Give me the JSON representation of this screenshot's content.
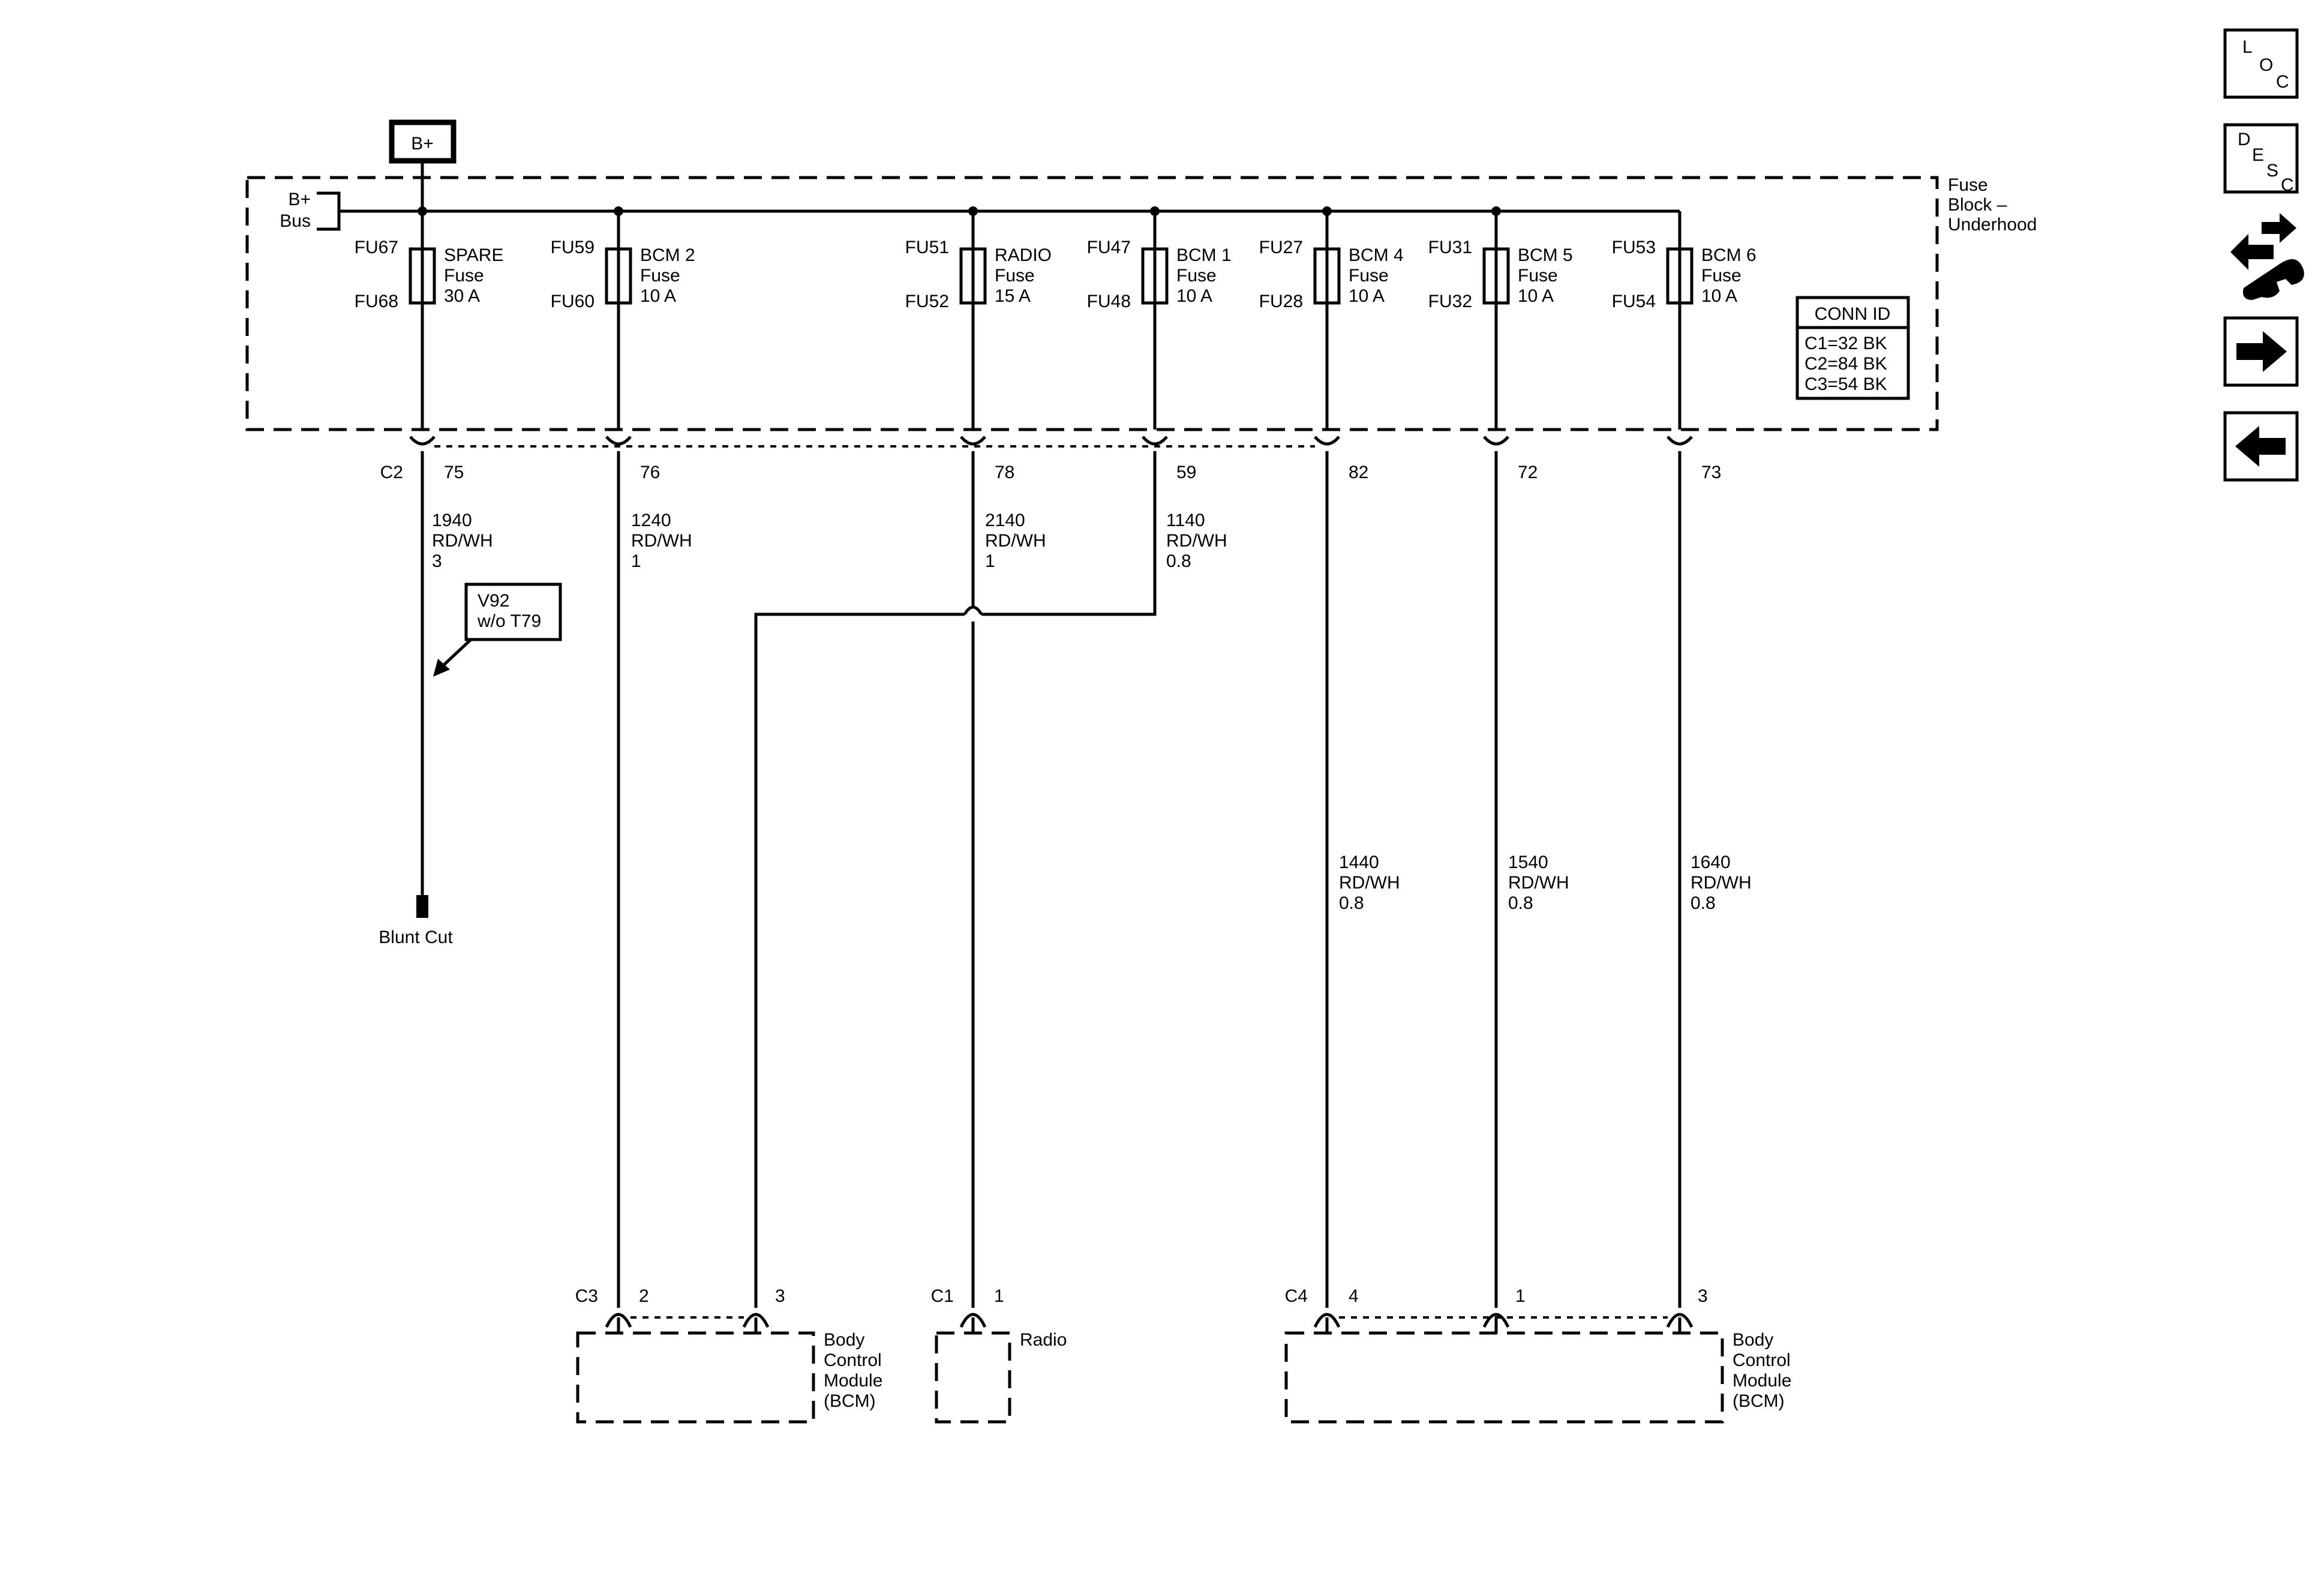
{
  "power": {
    "label": "B+"
  },
  "bus": {
    "line1": "B+",
    "line2": "Bus"
  },
  "fuse_block": {
    "line1": "Fuse",
    "line2": "Block –",
    "line3": "Underhood"
  },
  "conn_id": {
    "title": "CONN ID",
    "rows": [
      "C1=32 BK",
      "C2=84 BK",
      "C3=54 BK"
    ]
  },
  "fuses": [
    {
      "top": "FU67",
      "bottom": "FU68",
      "name": "SPARE",
      "type": "Fuse",
      "rating": "30 A"
    },
    {
      "top": "FU59",
      "bottom": "FU60",
      "name": "BCM 2",
      "type": "Fuse",
      "rating": "10 A"
    },
    {
      "top": "FU51",
      "bottom": "FU52",
      "name": "RADIO",
      "type": "Fuse",
      "rating": "15 A"
    },
    {
      "top": "FU47",
      "bottom": "FU48",
      "name": "BCM 1",
      "type": "Fuse",
      "rating": "10 A"
    },
    {
      "top": "FU27",
      "bottom": "FU28",
      "name": "BCM 4",
      "type": "Fuse",
      "rating": "10 A"
    },
    {
      "top": "FU31",
      "bottom": "FU32",
      "name": "BCM 5",
      "type": "Fuse",
      "rating": "10 A"
    },
    {
      "top": "FU53",
      "bottom": "FU54",
      "name": "BCM 6",
      "type": "Fuse",
      "rating": "10 A"
    }
  ],
  "connector_c2": {
    "name": "C2",
    "pins": [
      "75",
      "76",
      "78",
      "59",
      "82",
      "72",
      "73"
    ]
  },
  "wires": [
    {
      "circuit": "1940",
      "color": "RD/WH",
      "size": "3"
    },
    {
      "circuit": "1240",
      "color": "RD/WH",
      "size": "1"
    },
    {
      "circuit": "2140",
      "color": "RD/WH",
      "size": "1"
    },
    {
      "circuit": "1140",
      "color": "RD/WH",
      "size": "0.8"
    },
    {
      "circuit": "1440",
      "color": "RD/WH",
      "size": "0.8"
    },
    {
      "circuit": "1540",
      "color": "RD/WH",
      "size": "0.8"
    },
    {
      "circuit": "1640",
      "color": "RD/WH",
      "size": "0.8"
    }
  ],
  "option": {
    "line1": "V92",
    "line2": "w/o T79"
  },
  "blunt_cut": "Blunt Cut",
  "bcm_left": {
    "connector": "C3",
    "pins": [
      "2",
      "3"
    ],
    "line1": "Body",
    "line2": "Control",
    "line3": "Module",
    "line4": "(BCM)"
  },
  "radio": {
    "connector": "C1",
    "pin": "1",
    "label": "Radio"
  },
  "bcm_right": {
    "connector": "C4",
    "pins": [
      "4",
      "1",
      "3"
    ],
    "line1": "Body",
    "line2": "Control",
    "line3": "Module",
    "line4": "(BCM)"
  },
  "nav": {
    "loc": {
      "l": "L",
      "o": "O",
      "c": "C"
    },
    "desc": {
      "d": "D",
      "e": "E",
      "s": "S",
      "c": "C"
    }
  }
}
